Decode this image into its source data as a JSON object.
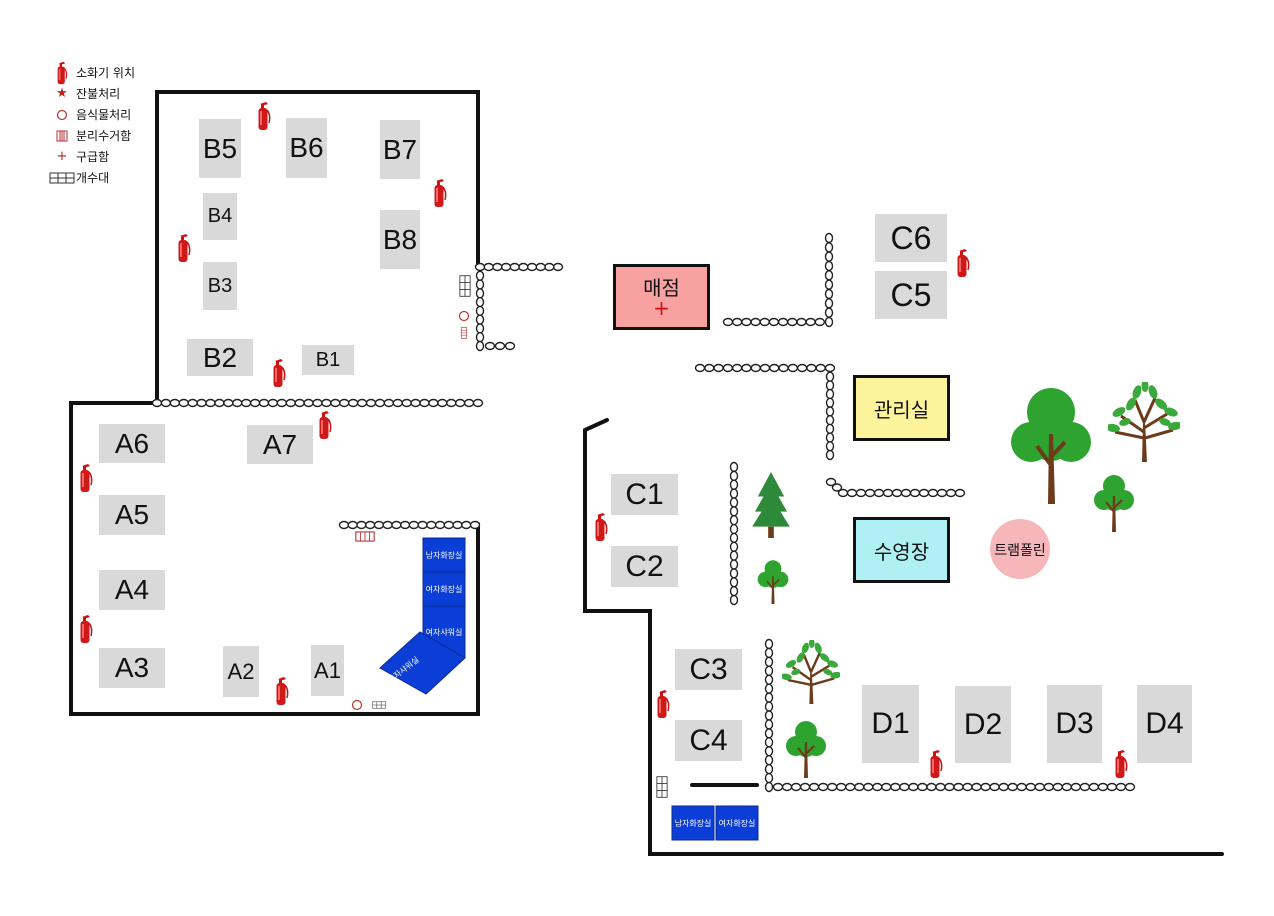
{
  "legend": [
    {
      "icon": "extinguisher-icon",
      "label": "소화기 위치"
    },
    {
      "icon": "star-icon",
      "label": "잔불처리"
    },
    {
      "icon": "circle-icon",
      "label": "음식물처리"
    },
    {
      "icon": "recycle-bin-icon",
      "label": "분리수거함"
    },
    {
      "icon": "first-aid-icon",
      "label": "구급함"
    },
    {
      "icon": "sink-icon",
      "label": "개수대"
    }
  ],
  "sites": {
    "B5": "B5",
    "B6": "B6",
    "B7": "B7",
    "B4": "B4",
    "B8": "B8",
    "B3": "B3",
    "B2": "B2",
    "B1": "B1",
    "A6": "A6",
    "A7": "A7",
    "A5": "A5",
    "A4": "A4",
    "A3": "A3",
    "A2": "A2",
    "A1": "A1",
    "C6": "C6",
    "C5": "C5",
    "C1": "C1",
    "C2": "C2",
    "C3": "C3",
    "C4": "C4",
    "D1": "D1",
    "D2": "D2",
    "D3": "D3",
    "D4": "D4"
  },
  "facilities": {
    "store": "매점",
    "store_mark": "+",
    "office": "관리실",
    "pool": "수영장",
    "trampoline": "트램폴린"
  },
  "restrooms": {
    "mens_restroom": "남자화장실",
    "womens_restroom": "여자화장실",
    "womens_shower": "여자샤워실",
    "mens_shower": "남자샤워실"
  },
  "colors": {
    "extinguisher": "#cc1111",
    "site": "#d9d9d9",
    "store": "#f7a1a1",
    "office": "#fdf39a",
    "pool": "#aef0f4",
    "trampoline": "#f6b7bb",
    "restroom": "#0a3ed6",
    "tree": "#2e9c2e"
  }
}
